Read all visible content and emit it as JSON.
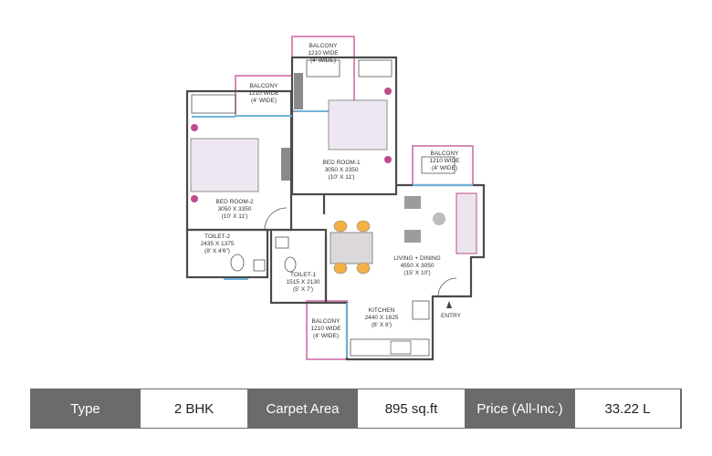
{
  "rooms": {
    "balcony_top": [
      "BALCONY",
      "1210 WIDE",
      "(4' WIDE)"
    ],
    "balcony_left": [
      "BALCONY",
      "1210 WIDE",
      "(4' WIDE)"
    ],
    "balcony_right": [
      "BALCONY",
      "1210 WIDE",
      "(4' WIDE)"
    ],
    "balcony_bottom": [
      "BALCONY",
      "1210 WIDE",
      "(4' WIDE)"
    ],
    "bedroom1": [
      "BED ROOM-1",
      "3050 X 3350",
      "(10' X 11')"
    ],
    "bedroom2": [
      "BED ROOM-2",
      "3050 X 3350",
      "(10' X 11')"
    ],
    "toilet2": [
      "TOILET-2",
      "2435 X 1375",
      "(8' X 4'6\")"
    ],
    "toilet1": [
      "TOILET-1",
      "1515 X 2130",
      "(5' X 7')"
    ],
    "living": [
      "LIVING + DINING",
      "4550 X 3050",
      "(15' X 10')"
    ],
    "kitchen": [
      "KITCHEN",
      "2440 X 1825",
      "(8' X 6')"
    ],
    "entry": "ENTRY"
  },
  "specs": [
    {
      "key": "Type",
      "value": "2 BHK"
    },
    {
      "key": "Carpet Area",
      "value": "895 sq.ft"
    },
    {
      "key": "Price (All-Inc.)",
      "value": "33.22 L"
    }
  ],
  "colors": {
    "header_bg": "#6d6a6a",
    "accent_pink": "#d98ab8",
    "glass_blue": "#6fb3d9"
  }
}
